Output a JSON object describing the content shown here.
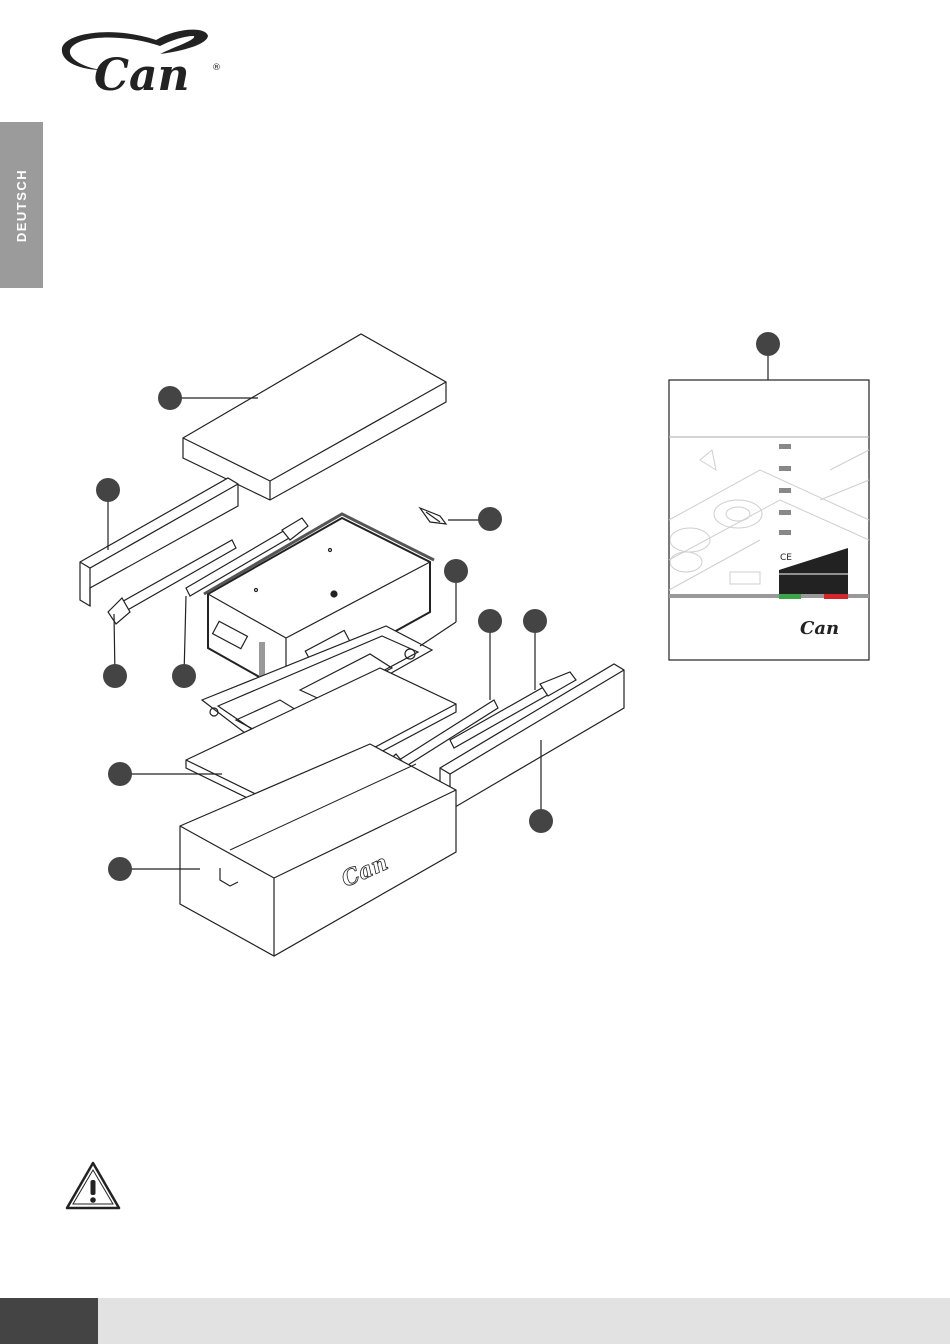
{
  "header": {
    "logo": {
      "icon": "can-logo-icon",
      "text": "Can",
      "mark": "®"
    },
    "language_tab": "DEUTSCH"
  },
  "diagram": {
    "box_logo_text": "Can",
    "manual_card": {
      "ce_mark": "CE",
      "logo_text": "Can",
      "flag_colors": [
        "#3aa646",
        "#ffffff",
        "#d6262c"
      ]
    }
  },
  "warning": {
    "icon": "warning-triangle-icon"
  },
  "colors": {
    "tab": "#9b9b9b",
    "footer_dark": "#444444",
    "footer_light": "#e2e2e2",
    "line": "#222222"
  }
}
